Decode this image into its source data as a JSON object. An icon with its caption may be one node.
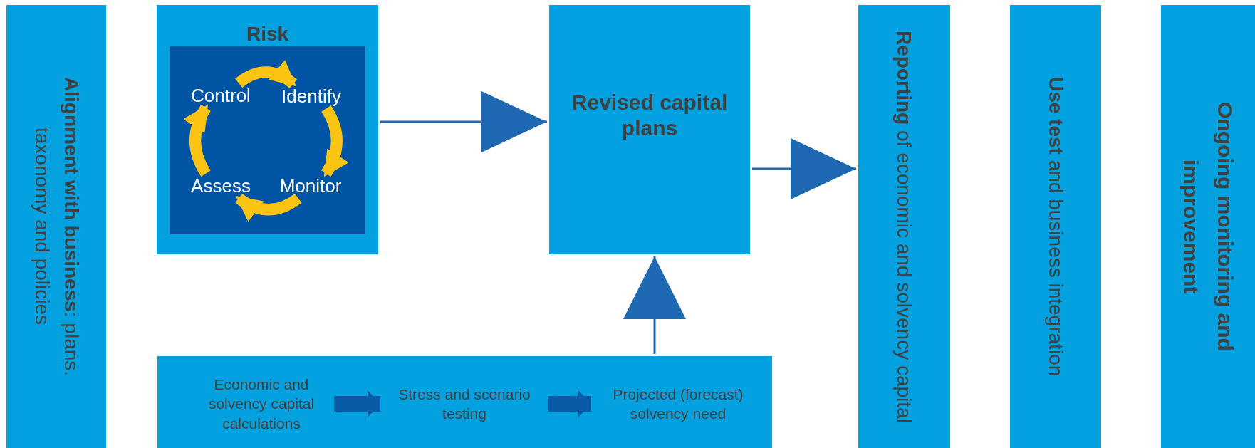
{
  "diagram": {
    "nodes": [
      {
        "text": [
          "**Alignment with business**: plans. taxonomy and policies"
        ]
      },
      {
        "text": [
          "Risk"
        ]
      },
      {
        "text": [],
        "shape": "box",
        "in": 1
      },
      {
        "text": [
          "Control"
        ],
        "in": 2
      },
      {
        "text": [
          "Identify"
        ],
        "in": 2
      },
      {
        "text": [
          "Monitor"
        ],
        "in": 2
      },
      {
        "text": [
          "Assess"
        ],
        "in": 2
      },
      {
        "text": [
          "Revised capital plans"
        ]
      },
      {
        "text": [],
        "shape": "box"
      },
      {
        "text": [
          "Economic and solvency capital calculations"
        ],
        "in": 8
      },
      {
        "text": [
          "Stress and scenario testing"
        ],
        "in": 8
      },
      {
        "text": [
          "Projected (forecast) solvency need"
        ],
        "in": 8
      },
      {
        "text": [
          "**Reporting** of economic and solvency capital"
        ]
      },
      {
        "text": [
          "**Use test** and business integration"
        ]
      },
      {
        "text": [
          "Ongoing monitoring and improvement"
        ]
      }
    ],
    "edges": [
      {
        "from": 3,
        "to": 4,
        "arrow": "to",
        "color": "#fbc412"
      },
      {
        "from": 4,
        "to": 5,
        "arrow": "to",
        "color": "#fbc412"
      },
      {
        "from": 5,
        "to": 6,
        "arrow": "to",
        "color": "#fbc412"
      },
      {
        "from": 6,
        "to": 3,
        "arrow": "to",
        "color": "#fbc412"
      },
      {
        "from": 9,
        "to": 10,
        "arrow": "to",
        "color": "#0a5aa8"
      },
      {
        "from": 10,
        "to": 11,
        "arrow": "to",
        "color": "#0a5aa8"
      },
      {
        "from": 1,
        "to": 7,
        "arrow": "to",
        "color": "#1e69b1"
      },
      {
        "from": 8,
        "to": 7,
        "arrow": "to",
        "color": "#1e69b1"
      },
      {
        "from": 7,
        "to": 12,
        "arrow": "to",
        "color": "#1e69b1"
      }
    ]
  }
}
